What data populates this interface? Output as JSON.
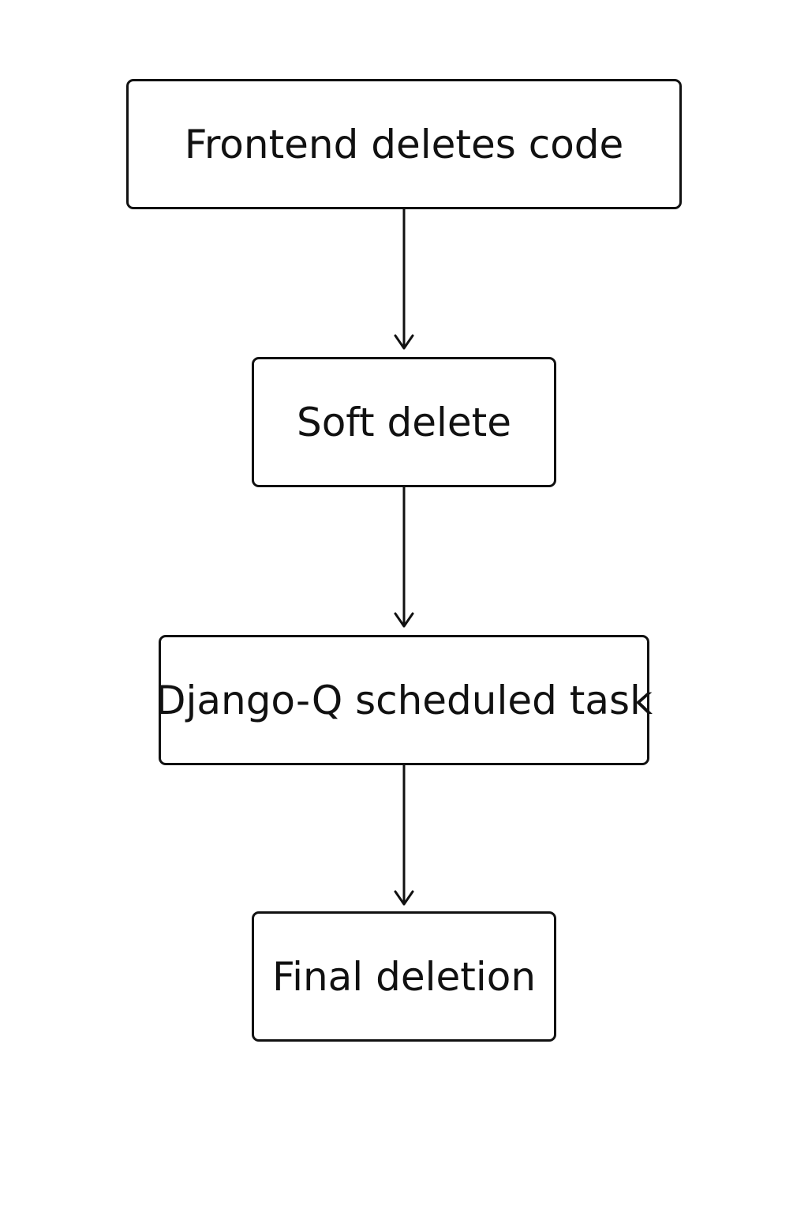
{
  "diagram": {
    "type": "flowchart",
    "direction": "top-to-bottom",
    "nodes": [
      {
        "id": "frontend-delete",
        "label": "Frontend deletes code"
      },
      {
        "id": "soft-delete",
        "label": "Soft delete"
      },
      {
        "id": "django-q-task",
        "label": "Django-Q scheduled task"
      },
      {
        "id": "final-deletion",
        "label": "Final deletion"
      }
    ],
    "edges": [
      {
        "from": "frontend-delete",
        "to": "soft-delete"
      },
      {
        "from": "soft-delete",
        "to": "django-q-task"
      },
      {
        "from": "django-q-task",
        "to": "final-deletion"
      }
    ],
    "colors": {
      "stroke": "#111111",
      "text": "#111111",
      "background": "#ffffff"
    }
  }
}
